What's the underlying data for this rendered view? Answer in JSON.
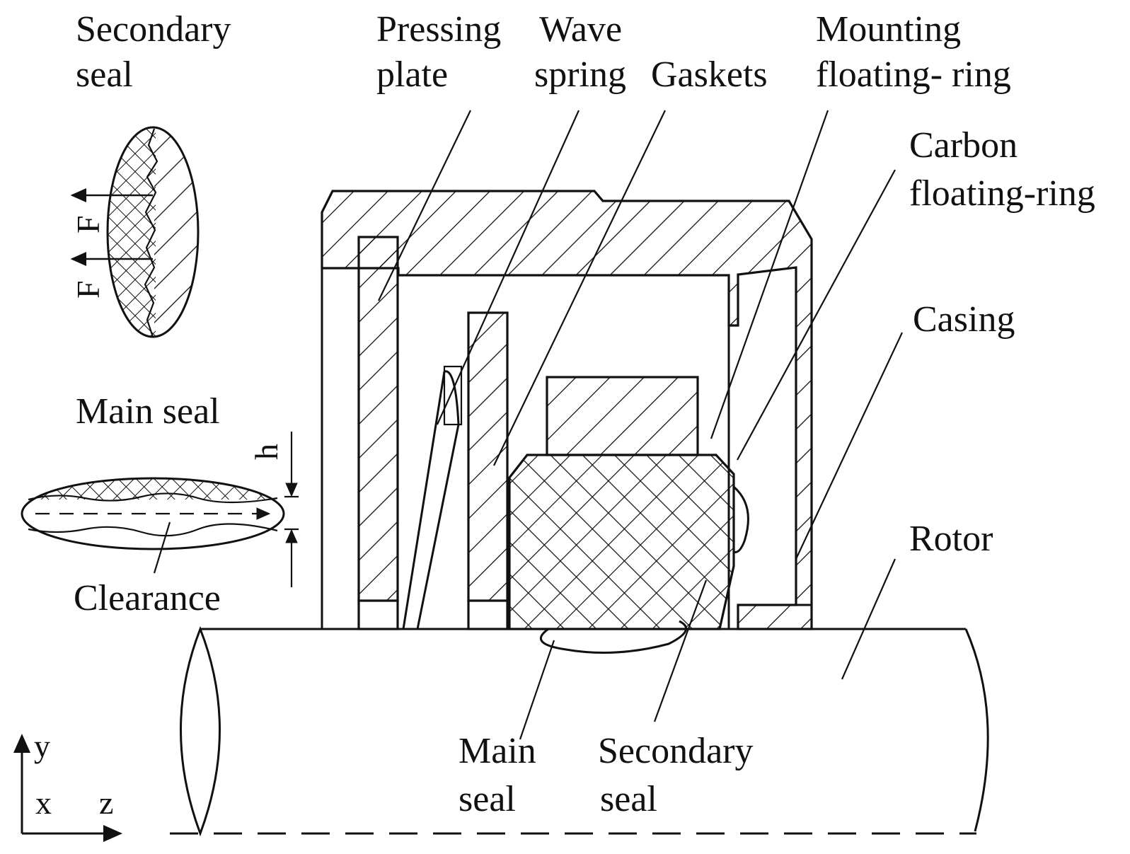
{
  "labels": {
    "secondary_seal_top": [
      "Secondary",
      "seal"
    ],
    "pressing_plate": [
      "Pressing",
      "plate"
    ],
    "wave_spring": [
      "Wave",
      "spring"
    ],
    "gaskets": "Gaskets",
    "mounting_floating_ring": [
      "Mounting",
      "floating- ring"
    ],
    "carbon_floating_ring": [
      "Carbon",
      "floating-ring"
    ],
    "casing": "Casing",
    "rotor": "Rotor",
    "main_seal_left": "Main seal",
    "clearance": "Clearance",
    "main_seal_bottom": [
      "Main",
      "seal"
    ],
    "secondary_seal_bottom": [
      "Secondary",
      "seal"
    ]
  },
  "symbols": {
    "force": "F",
    "film_thickness": "h"
  },
  "axes": {
    "y": "y",
    "x": "x",
    "z": "z"
  }
}
